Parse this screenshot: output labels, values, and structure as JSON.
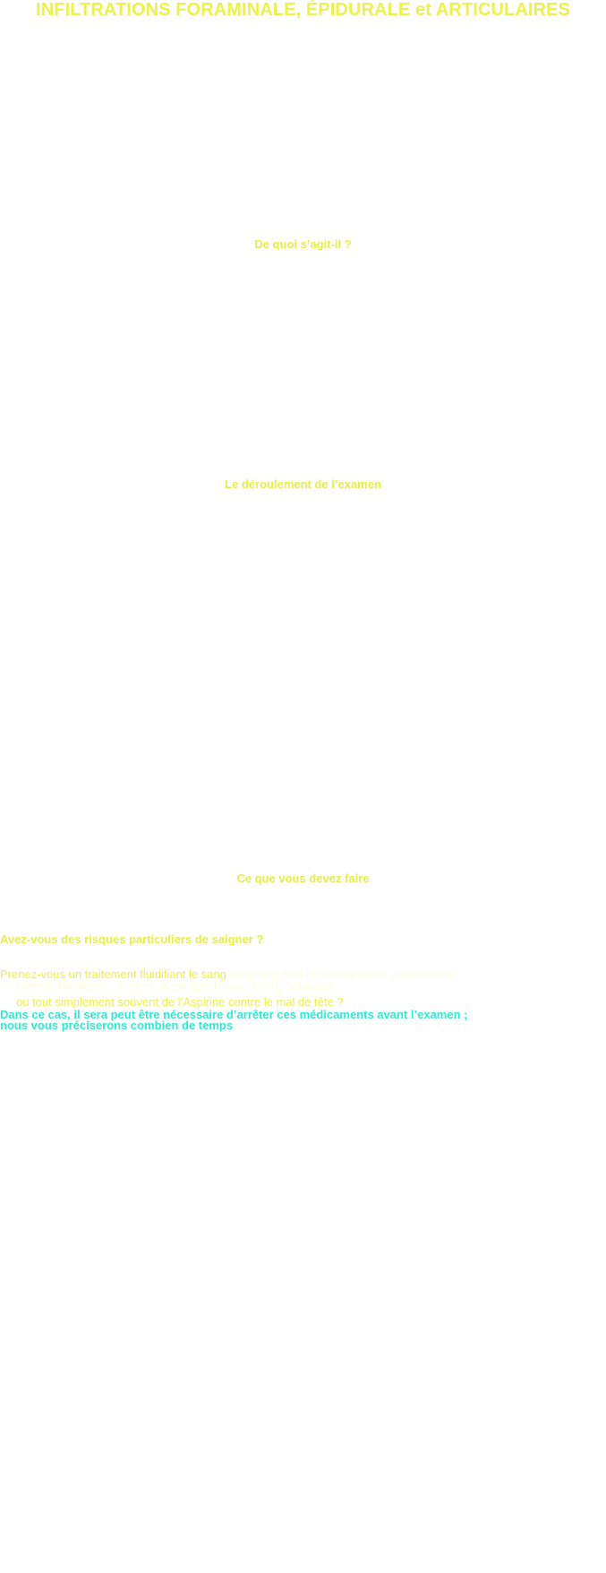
{
  "page": {
    "title": "INFILTRATIONS FORAMINALE, ÉPIDURALE et ARTICULAIRES"
  },
  "sections": {
    "quoi": "De quoi s’agit-il ?",
    "deroulement": "Le déroulement de l’examen",
    "faire": "Ce que vous devez faire"
  },
  "questions": {
    "saigner": "Avez-vous des risques particuliers de saigner ?"
  },
  "lines": {
    "fluidifiant": "Prenez-vous un traitement fluidifiant le sang",
    "fluidifiant_faint": " (anticoagulant ou antiagrégant plaquettaire) ",
    "faint_second": "comme Previscan, Sintrom, Kardégic, Plavix, Ticlid, Solupsan",
    "aspirine": "ou tout simplement souvent de l’Aspirine contre le mal de tête ?"
  },
  "warnings": {
    "line1": "Dans ce cas, il sera  peut être nécessaire d’arrêter ces médicaments avant l’examen ;",
    "line2": "nous vous préciserons combien de temps"
  },
  "colors": {
    "heading_yellow": "#ecf24a",
    "warning_cyan": "#2cebd2",
    "faint_text": "#fbfce0",
    "background": "#ffffff"
  }
}
